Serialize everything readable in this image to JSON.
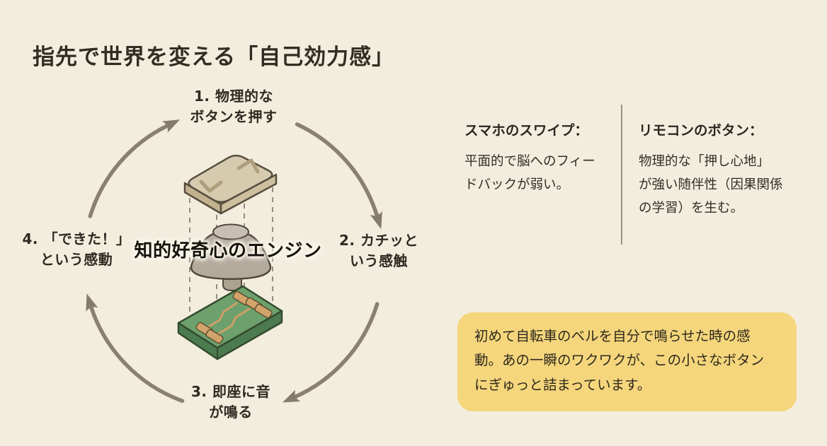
{
  "title": "指先で世界を変える「自己効力感」",
  "cycle": {
    "center_label": "知的好奇心のエンジン",
    "steps": [
      {
        "line1": "1. 物理的な",
        "line2": "ボタンを押す"
      },
      {
        "line1": "2. カチッと",
        "line2": "いう感触"
      },
      {
        "line1": "3. 即座に音",
        "line2": "が鳴る"
      },
      {
        "line1": "4. 「できた！」",
        "line2": "という感動"
      }
    ],
    "illustration_parts": [
      "button-keycap",
      "rubber-dome",
      "circuit-board"
    ]
  },
  "comparison": {
    "left": {
      "heading": "スマホのスワイプ：",
      "lines": [
        "平面的で脳へのフィー",
        "ドバックが弱い。"
      ]
    },
    "right": {
      "heading": "リモコンのボタン：",
      "lines": [
        "物理的な「押し心地」",
        "が強い随伴性（因果関係",
        "の学習）を生む。"
      ]
    }
  },
  "callout": {
    "lines": [
      "初めて自転車のベルを自分で鳴らせた時の感",
      "動。あの一瞬のワクワクが、この小さなボタン",
      "にぎゅっと詰まっています。"
    ]
  },
  "colors": {
    "background": "#f3edde",
    "title_text": "#322c22",
    "arc": "#8a8072",
    "callout_background": "#f5d67c",
    "keycap_tan": "#d6caaf",
    "rubber_dome_gray": "#b4aa9b",
    "pcb_green": "#6da06c",
    "pad_copper": "#d2a36b"
  }
}
